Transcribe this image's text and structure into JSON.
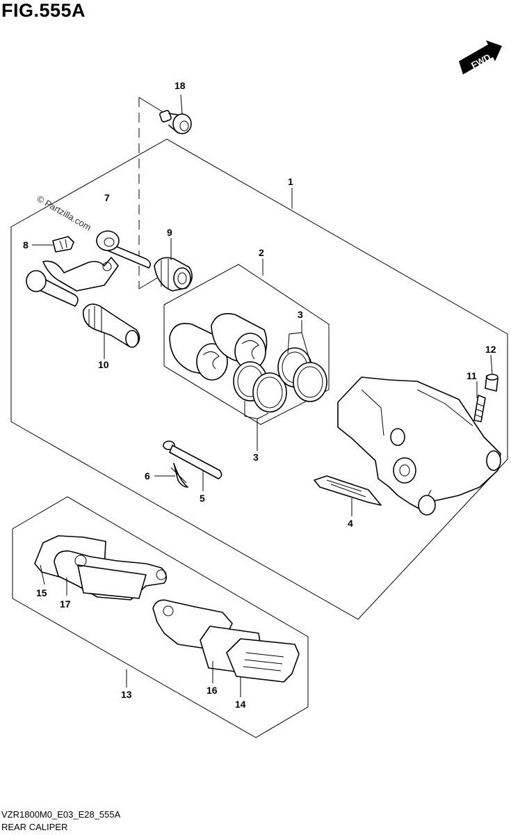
{
  "figure": {
    "title": "FIG.555A",
    "code": "VZR1800M0_E03_E28_555A",
    "name": "REAR CALIPER",
    "watermark": "© Partzilla.com",
    "fwd_label": "FWD"
  },
  "callouts": {
    "c1": "1",
    "c2": "2",
    "c3a": "3",
    "c3b": "3",
    "c4": "4",
    "c5": "5",
    "c6": "6",
    "c7": "7",
    "c8": "8",
    "c9": "9",
    "c10": "10",
    "c11": "11",
    "c12": "12",
    "c13": "13",
    "c14": "14",
    "c15": "15",
    "c16": "16",
    "c17": "17",
    "c18": "18"
  }
}
